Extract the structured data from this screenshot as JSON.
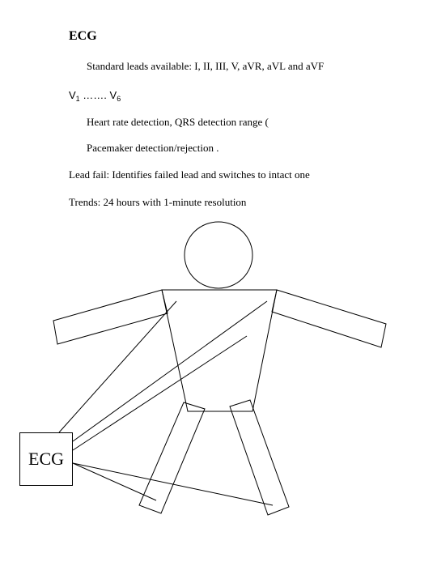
{
  "page": {
    "title": "ECG",
    "leads": "Standard leads available: I, II, III, V,  aVR,  aVL and aVF",
    "v_range": {
      "start": "V",
      "start_sub": "1",
      "dots": " ……. ",
      "end": "V",
      "end_sub": "6"
    },
    "heart_rate": "Heart rate detection,  QRS detection range (",
    "pacemaker": "Pacemaker detection/rejection .",
    "lead_fail": "Lead fail: Identifies failed lead and switches to intact one",
    "trends": "Trends: 24 hours with 1-minute resolution"
  },
  "diagram": {
    "monitor_label": "ECG"
  }
}
